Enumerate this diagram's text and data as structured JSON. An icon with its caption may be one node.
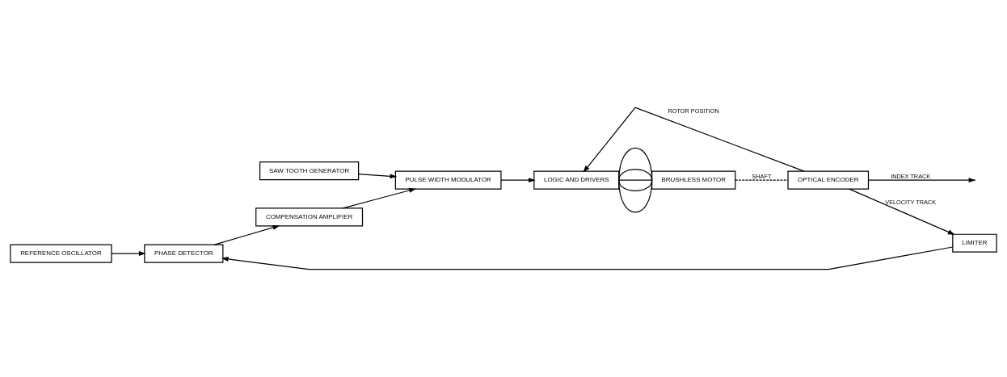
{
  "diagram": {
    "nodes": [
      {
        "text": [
          "REFERENCE OSCILLATOR"
        ]
      },
      {
        "text": [
          "SAW TOOTH GENERATOR"
        ]
      },
      {
        "text": [
          "PHASE DETECTOR"
        ]
      },
      {
        "text": [
          "COMPENSATION AMPLIFIER"
        ]
      },
      {
        "text": [
          "PULSE WIDTH MODULATOR"
        ]
      },
      {
        "text": [
          "LOGIC AND DRIVERS"
        ]
      },
      {
        "text": [
          "BRUSHLESS MOTOR"
        ]
      },
      {
        "text": [
          "LIMITER"
        ]
      },
      {
        "text": [
          "OPTICAL ENCODER"
        ]
      }
    ],
    "edges": [
      {
        "from": 0,
        "to": 2,
        "arrow": "to"
      },
      {
        "from": 1,
        "to": 4,
        "arrow": "to"
      },
      {
        "from": 2,
        "to": 3,
        "arrow": "to"
      },
      {
        "from": 3,
        "to": 4,
        "arrow": "to"
      },
      {
        "from": 4,
        "to": 5,
        "arrow": "to"
      },
      {
        "from": 5,
        "to": 6,
        "arrow": "none"
      },
      {
        "from": 5,
        "to": 6,
        "arrow": "none"
      },
      {
        "from": 5,
        "to": 6,
        "arrow": "none"
      },
      {
        "from": 5,
        "to": 6,
        "arrow": "none"
      },
      {
        "from": 5,
        "to": 6,
        "arrow": "none"
      },
      {
        "from": 6,
        "to": 8,
        "arrow": "none",
        "style": "dashed",
        "label": "SHAFT"
      },
      {
        "from": 8,
        "to": 5,
        "arrow": "to",
        "label": "ROTOR POSITION"
      },
      {
        "from": 8,
        "to": 7,
        "arrow": "to",
        "label": "VELOCITY TRACK"
      },
      {
        "from": 8,
        "to": null,
        "arrow": "to",
        "label": "INDEX TRACK"
      },
      {
        "from": 7,
        "to": 2,
        "arrow": "to"
      }
    ]
  }
}
